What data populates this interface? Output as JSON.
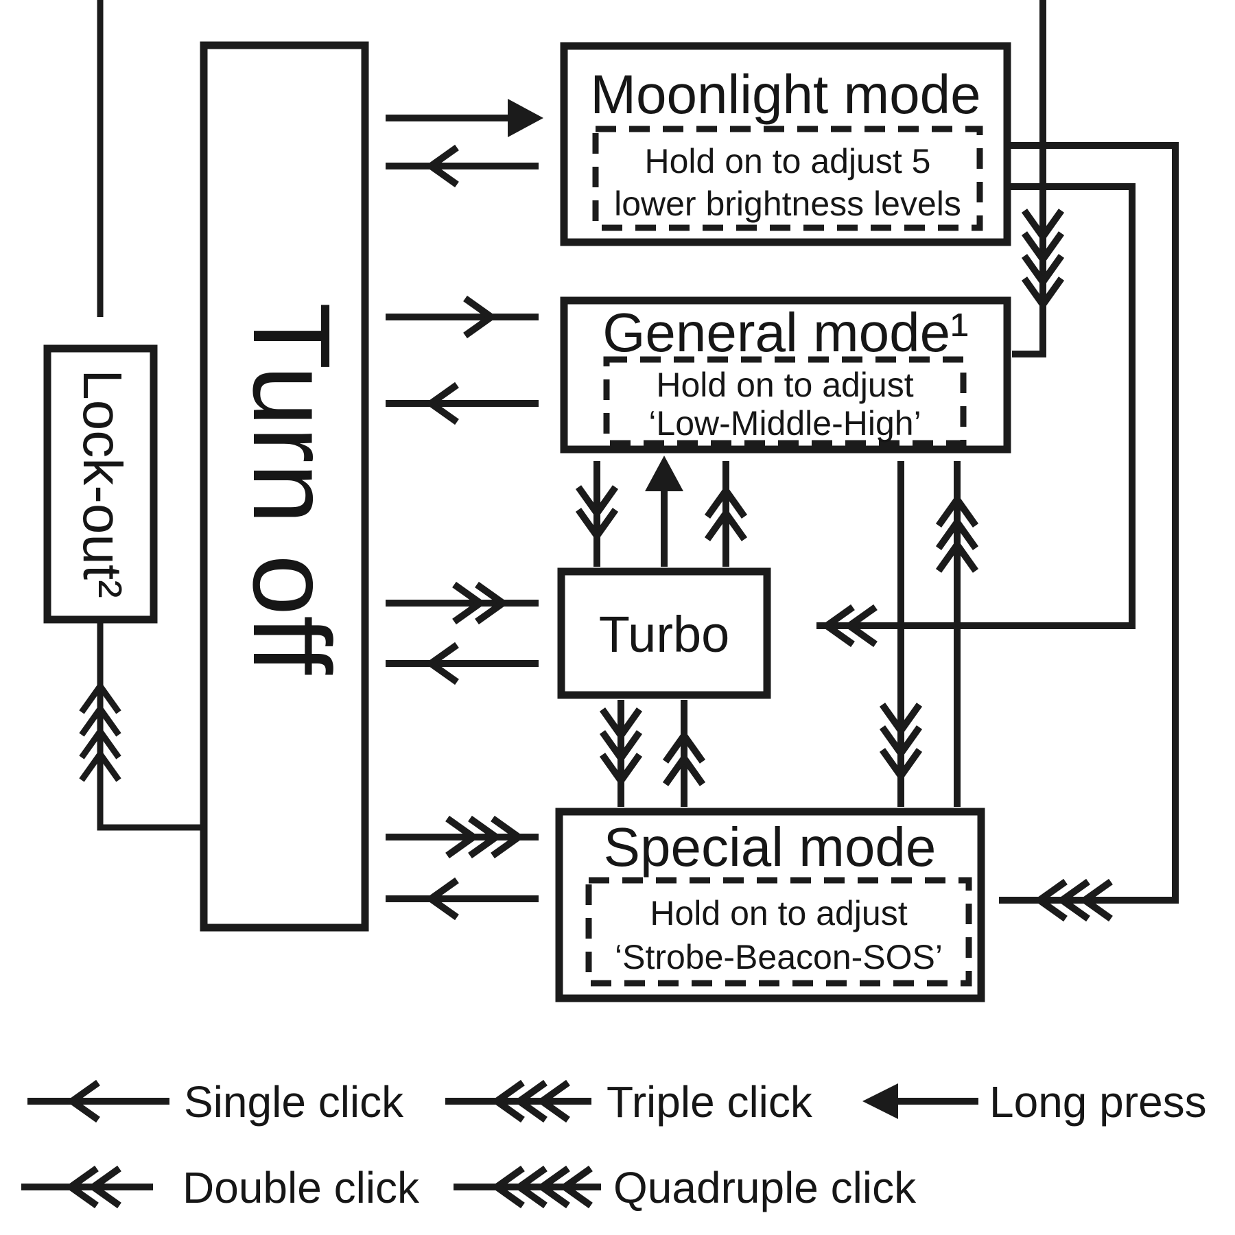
{
  "colors": {
    "ink": "#1b1b1b",
    "background": "#ffffff"
  },
  "states": {
    "turn_off": {
      "label": "Turn off"
    },
    "lock_out": {
      "label": "Lock-out²"
    },
    "moonlight": {
      "title": "Moonlight mode",
      "hold_note_line1": "Hold on to adjust 5",
      "hold_note_line2": "lower brightness levels"
    },
    "general": {
      "title": "General mode¹",
      "hold_note_line1": "Hold on to adjust",
      "hold_note_line2": "‘Low-Middle-High’"
    },
    "turbo": {
      "title": "Turbo"
    },
    "special": {
      "title": "Special mode",
      "hold_note_line1": "Hold on to adjust",
      "hold_note_line2": "‘Strobe-Beacon-SOS’"
    }
  },
  "legend": {
    "single": "Single click",
    "double": "Double click",
    "triple": "Triple click",
    "quadruple": "Quadruple click",
    "long_press": "Long press"
  }
}
